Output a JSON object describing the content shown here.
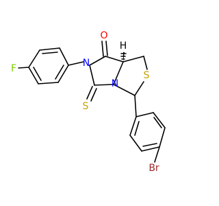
{
  "molecule": {
    "atoms": {
      "oxygen": {
        "label": "O",
        "color": "#ff0000"
      },
      "nitrogen_amide": {
        "label": "N",
        "color": "#0000ff"
      },
      "nitrogen_ring": {
        "label": "N",
        "color": "#0000ff"
      },
      "sulfur_ring": {
        "label": "S",
        "color": "#c6a000"
      },
      "sulfur_thione": {
        "label": "S",
        "color": "#c6a000"
      },
      "fluorine": {
        "label": "F",
        "color": "#7ccf00"
      },
      "bromine": {
        "label": "Br",
        "color": "#a52a2a"
      },
      "stereo_h": {
        "label": "H",
        "color": "#000000"
      }
    }
  }
}
